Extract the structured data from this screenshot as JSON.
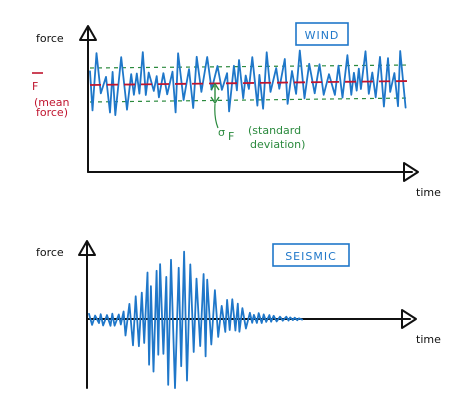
{
  "wind": {
    "title": "WIND",
    "y_axis_label": "force",
    "x_axis_label": "time",
    "mean_symbol": "F",
    "mean_caption_1": "(mean",
    "mean_caption_2": "force)",
    "sigma_symbol": "σ",
    "sigma_subscript": "F",
    "std_caption_1": "(standard",
    "std_caption_2": "deviation)"
  },
  "seismic": {
    "title": "SEISMIC",
    "y_axis_label": "force",
    "x_axis_label": "time"
  },
  "colors": {
    "signal": "#1f77c9",
    "mean": "#c0152f",
    "std_band": "#2b8a3e",
    "axis": "#111111"
  }
}
